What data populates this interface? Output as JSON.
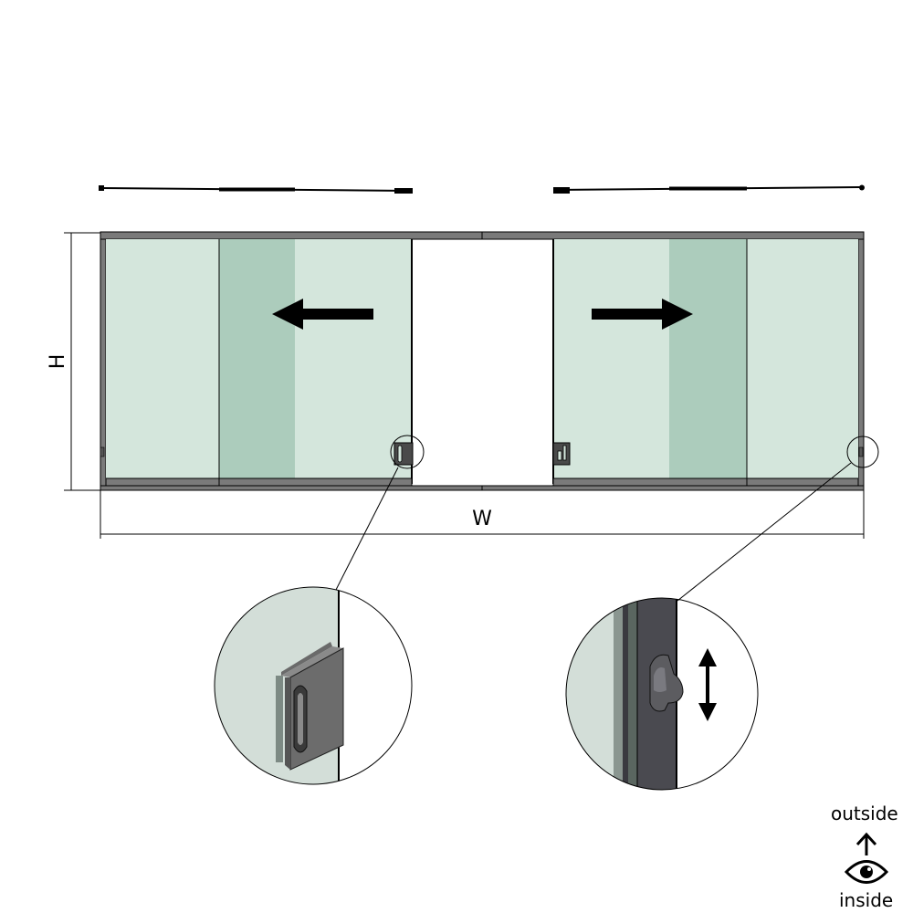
{
  "dimensions": {
    "height_label": "H",
    "width_label": "W"
  },
  "orientation": {
    "outside_label": "outside",
    "inside_label": "inside"
  },
  "panels": {
    "left": {
      "direction": "left",
      "handle": "recessed-pull-handle-icon"
    },
    "right": {
      "direction": "right",
      "handle": "sliding-lock-latch-icon"
    }
  },
  "colors": {
    "glass": "#d4e6dc",
    "glass_overlap": "#acccbc",
    "frame": "#7a7a7a",
    "frame_dark": "#3c3c42",
    "detail_glass": "#d3ded8",
    "line": "#000000"
  },
  "icons": {
    "direction_left": "arrow-left-icon",
    "direction_right": "arrow-right-icon",
    "latch_motion": "double-arrow-vertical-icon",
    "viewer": "eye-icon",
    "outside_pointer": "arrow-up-icon"
  }
}
